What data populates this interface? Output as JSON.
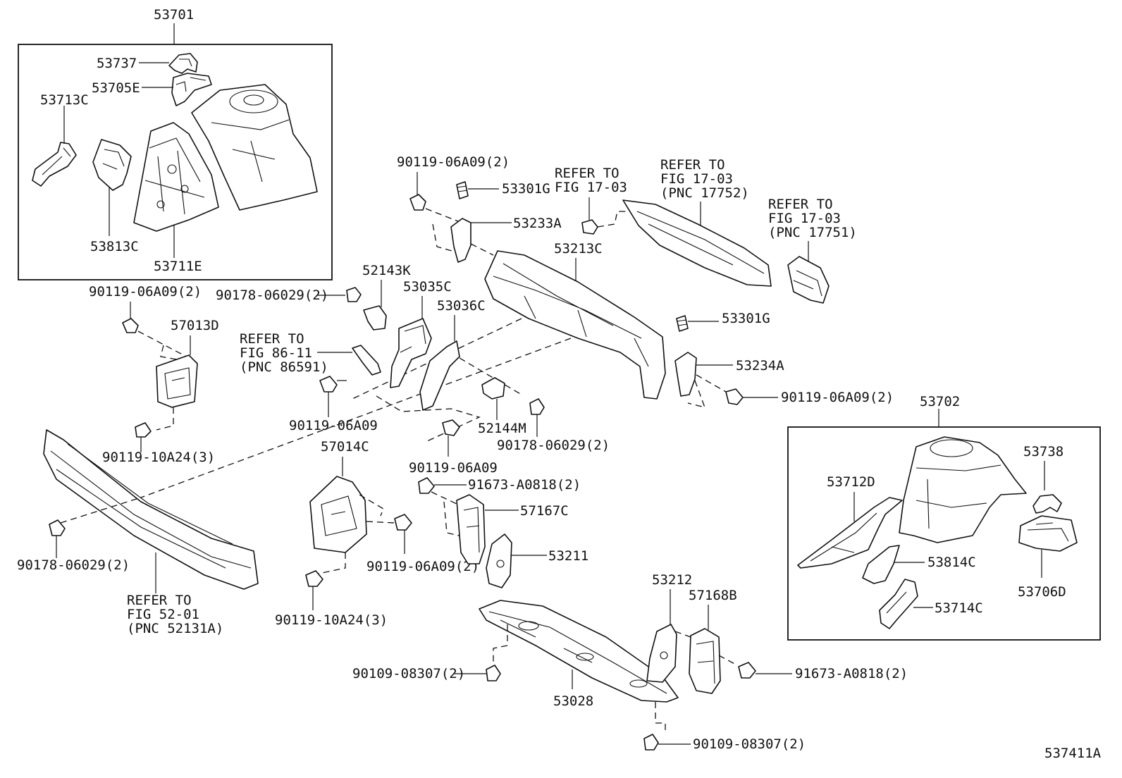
{
  "labels": {
    "p53701": "53701",
    "p53737": "53737",
    "p53705E": "53705E",
    "p53713C": "53713C",
    "p53813C": "53813C",
    "p53711E": "53711E",
    "b90119_06A09_2_top": "90119-06A09(2)",
    "p53301G_top": "53301G",
    "p53233A": "53233A",
    "ref_fig1703_a1": "REFER TO",
    "ref_fig1703_a2": "FIG 17-03",
    "ref_fig1703_b1": "REFER TO",
    "ref_fig1703_b2": "FIG 17-03",
    "ref_fig1703_b3": "(PNC 17752)",
    "ref_fig1703_c1": "REFER TO",
    "ref_fig1703_c2": "FIG 17-03",
    "ref_fig1703_c3": "(PNC 17751)",
    "p53213C": "53213C",
    "p52143K": "52143K",
    "p53035C": "53035C",
    "p53036C": "53036C",
    "b90178_06029_2_mid": "90178-06029(2)",
    "b90119_06A09_2_left": "90119-06A09(2)",
    "p57013D": "57013D",
    "ref_fig8611_1": "REFER TO",
    "ref_fig8611_2": "FIG 86-11",
    "ref_fig8611_3": "(PNC 86591)",
    "p53301G_right": "53301G",
    "p53234A": "53234A",
    "b90119_06A09_2_right": "90119-06A09(2)",
    "b90119_06A09_a": "90119-06A09",
    "p52144M": "52144M",
    "b90178_06029_2_center": "90178-06029(2)",
    "b90119_10A24_3_a": "90119-10A24(3)",
    "p57014C": "57014C",
    "b90119_06A09_b": "90119-06A09",
    "b91673_A0818_2_a": "91673-A0818(2)",
    "p57167C": "57167C",
    "p53211": "53211",
    "b90119_06A09_2_b": "90119-06A09(2)",
    "b90178_06029_2_left": "90178-06029(2)",
    "ref_fig5201_1": "REFER TO",
    "ref_fig5201_2": "FIG 52-01",
    "ref_fig5201_3": "(PNC 52131A)",
    "b90119_10A24_3_b": "90119-10A24(3)",
    "p53212": "53212",
    "p57168B": "57168B",
    "b91673_A0818_2_b": "91673-A0818(2)",
    "b90109_08307_2_a": "90109-08307(2)",
    "p53028": "53028",
    "b90109_08307_2_b": "90109-08307(2)",
    "p53702": "53702",
    "p53738": "53738",
    "p53712D": "53712D",
    "p53814C": "53814C",
    "p53706D": "53706D",
    "p53714C": "53714C",
    "figure_id": "537411A"
  }
}
